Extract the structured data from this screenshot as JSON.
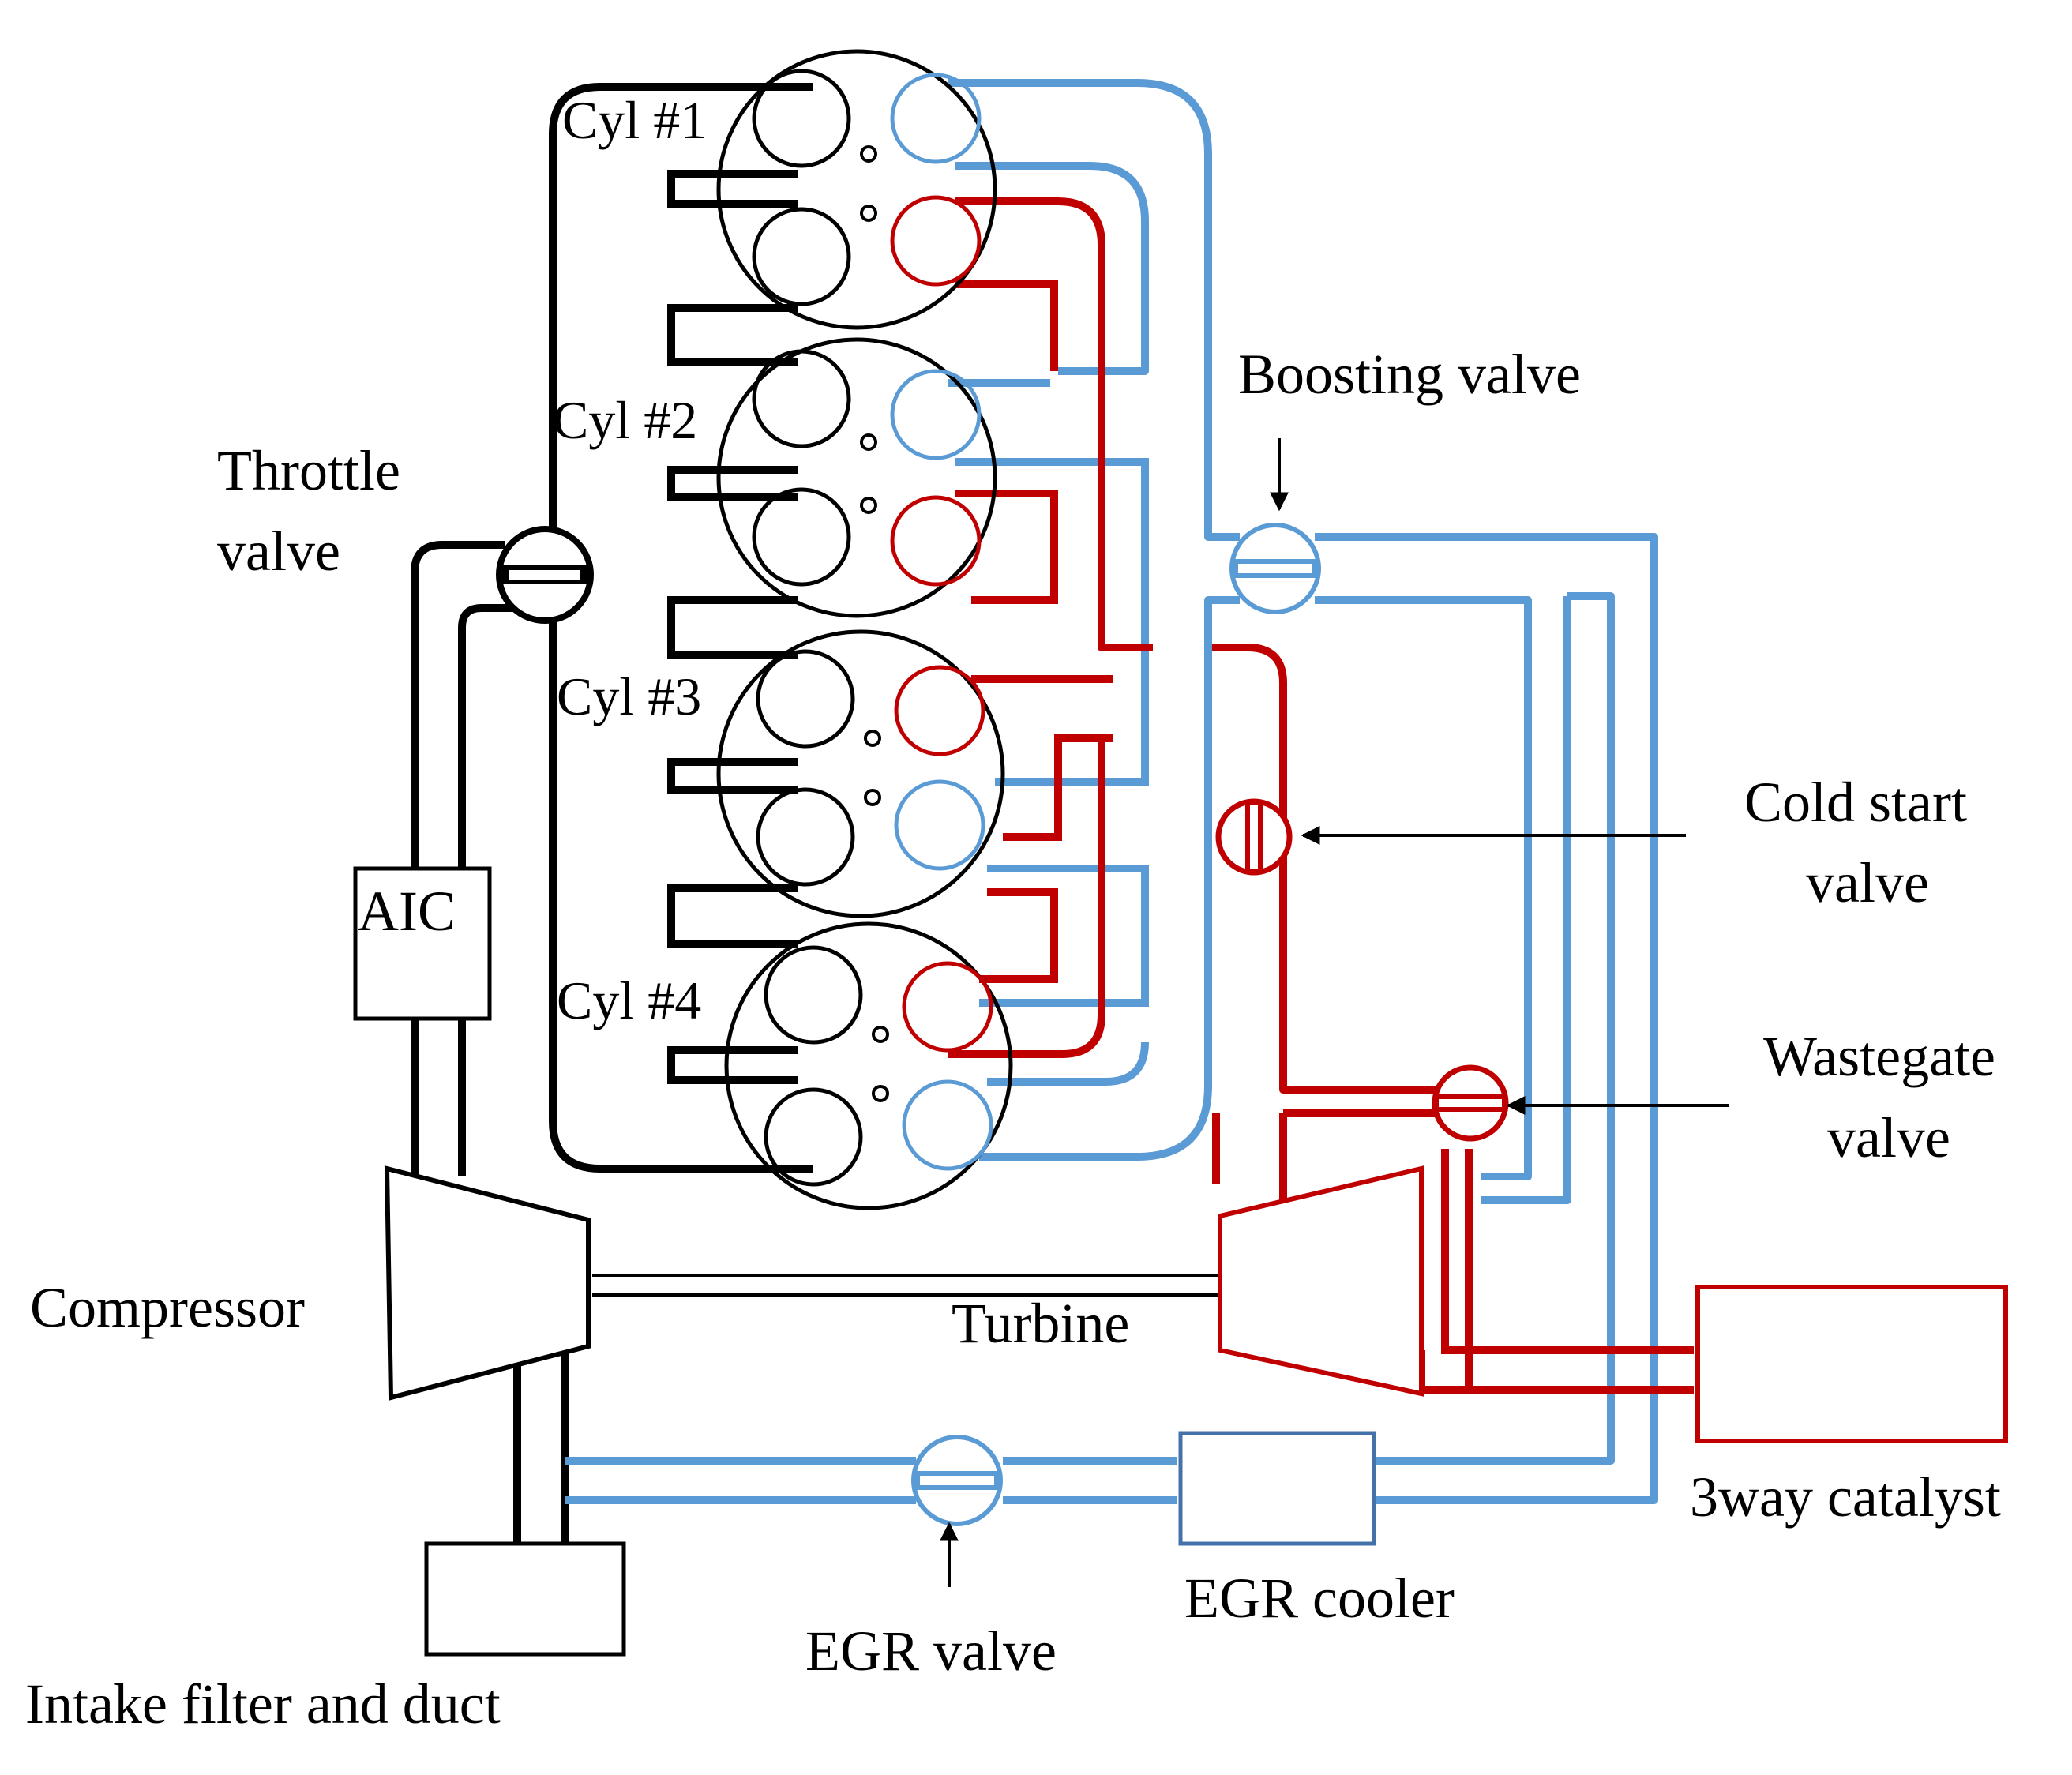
{
  "colors": {
    "intake": "#000000",
    "cooled_egr": "#5b9bd5",
    "exhaust": "#c00000",
    "background": "#ffffff"
  },
  "cylinders": [
    {
      "label": "Cyl #1",
      "top_valves": "intake-blue"
    },
    {
      "label": "Cyl #2",
      "top_valves": "intake-blue"
    },
    {
      "label": "Cyl #3",
      "top_valves": "exhaust-red"
    },
    {
      "label": "Cyl #4",
      "top_valves": "exhaust-red"
    }
  ],
  "labels": {
    "throttle_line1": "Throttle",
    "throttle_line2": "valve",
    "boosting_valve": "Boosting  valve",
    "cold_start_line1": "Cold  start",
    "cold_start_line2": "valve",
    "wastegate_line1": "Wastegate",
    "wastegate_line2": "valve",
    "aic": "AIC",
    "compressor": "Compressor",
    "turbine": "Turbine",
    "catalyst": "3way  catalyst",
    "egr_cooler": "EGR cooler",
    "egr_valve": "EGR valve",
    "intake_filter": "Intake filter and duct"
  }
}
